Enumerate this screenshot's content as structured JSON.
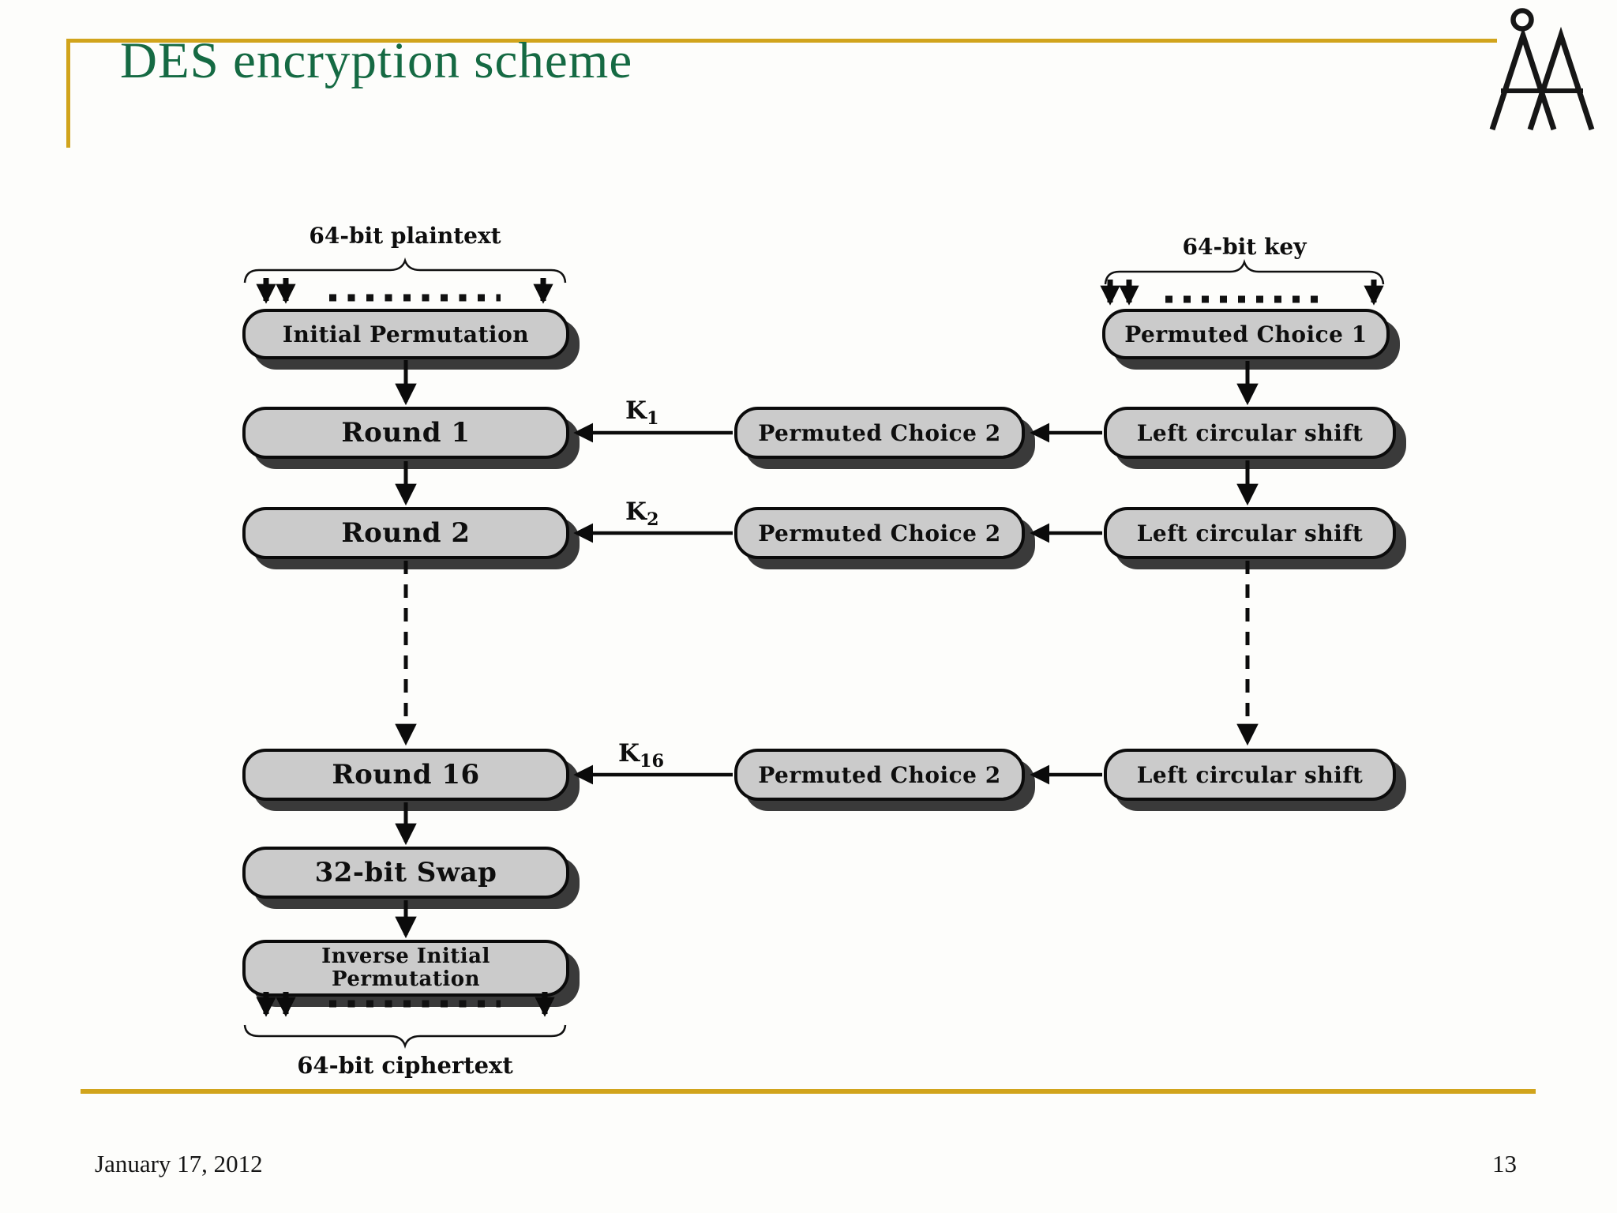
{
  "slide": {
    "title": "DES encryption scheme",
    "footer_date": "January 17, 2012",
    "page_number": "13"
  },
  "logo": {
    "label": "abo-akademi-logo"
  },
  "colors": {
    "accent_gold": "#D1A41C",
    "title_green": "#156A43",
    "box_fill": "#CBCBCB",
    "box_border": "#0B0B0B",
    "box_shadow": "#3A3A3A"
  },
  "diagram": {
    "io_labels": {
      "plaintext": "64-bit plaintext",
      "key": "64-bit key",
      "ciphertext": "64-bit ciphertext"
    },
    "boxes": {
      "initial_permutation": "Initial Permutation",
      "round_1": "Round 1",
      "round_2": "Round 2",
      "round_16": "Round 16",
      "swap_32": "32-bit Swap",
      "inverse_initial_line1": "Inverse Initial",
      "inverse_initial_line2": "Permutation",
      "permuted_choice_1": "Permuted Choice 1",
      "permuted_choice_2": "Permuted Choice 2",
      "left_circular_shift": "Left circular shift"
    },
    "key_labels": [
      {
        "base": "K",
        "sub": "1"
      },
      {
        "base": "K",
        "sub": "2"
      },
      {
        "base": "K",
        "sub": "16"
      }
    ]
  }
}
